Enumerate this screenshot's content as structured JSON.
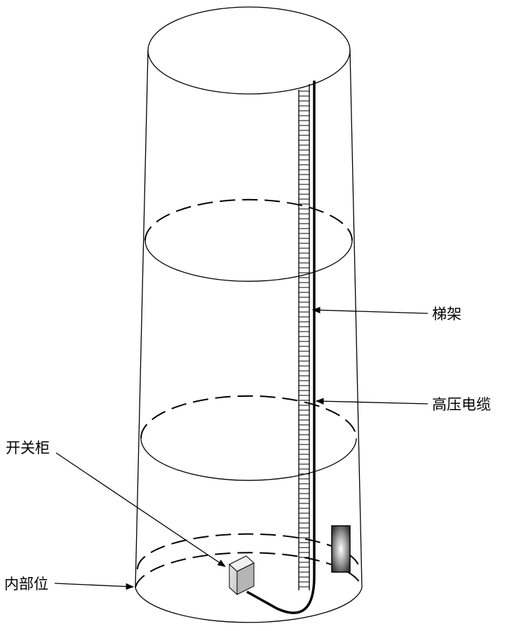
{
  "labels": {
    "ladder": "梯架",
    "cable": "高压电缆",
    "switchgear": "开关柜",
    "interior": "内部位"
  },
  "components": [
    {
      "name": "ladder",
      "icon": "ladder-rungs"
    },
    {
      "name": "high-voltage-cable",
      "icon": "cable-line"
    },
    {
      "name": "switchgear-cabinet",
      "icon": "3d-box"
    },
    {
      "name": "wall-device",
      "icon": "gradient-panel"
    }
  ]
}
